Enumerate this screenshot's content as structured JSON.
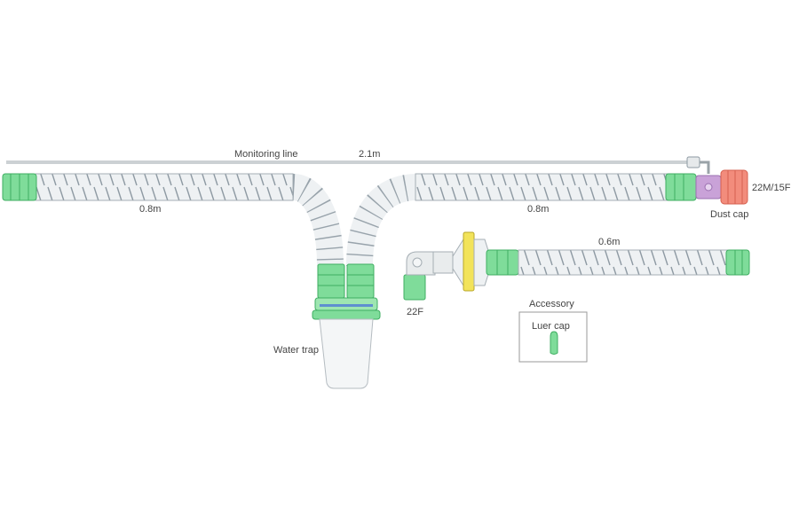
{
  "labels": {
    "monitoring_line": "Monitoring line",
    "monitoring_length": "2.1m",
    "left_tube_length": "0.8m",
    "right_tube_length": "0.8m",
    "lower_tube_length": "0.6m",
    "connector_size": "22M/15F",
    "dust_cap": "Dust cap",
    "water_trap": "Water trap",
    "elbow_size": "22F",
    "accessory_title": "Accessory",
    "luer_cap": "Luer cap"
  },
  "colors": {
    "cuff_green": "#7fdc9a",
    "cuff_green_dark": "#3fae62",
    "tube_fill": "#eef1f3",
    "coil": "#8e9aa3",
    "dust_cap": "#f28c7c",
    "purple_port": "#c9a2d8",
    "filter_yellow": "#f2e35a"
  }
}
